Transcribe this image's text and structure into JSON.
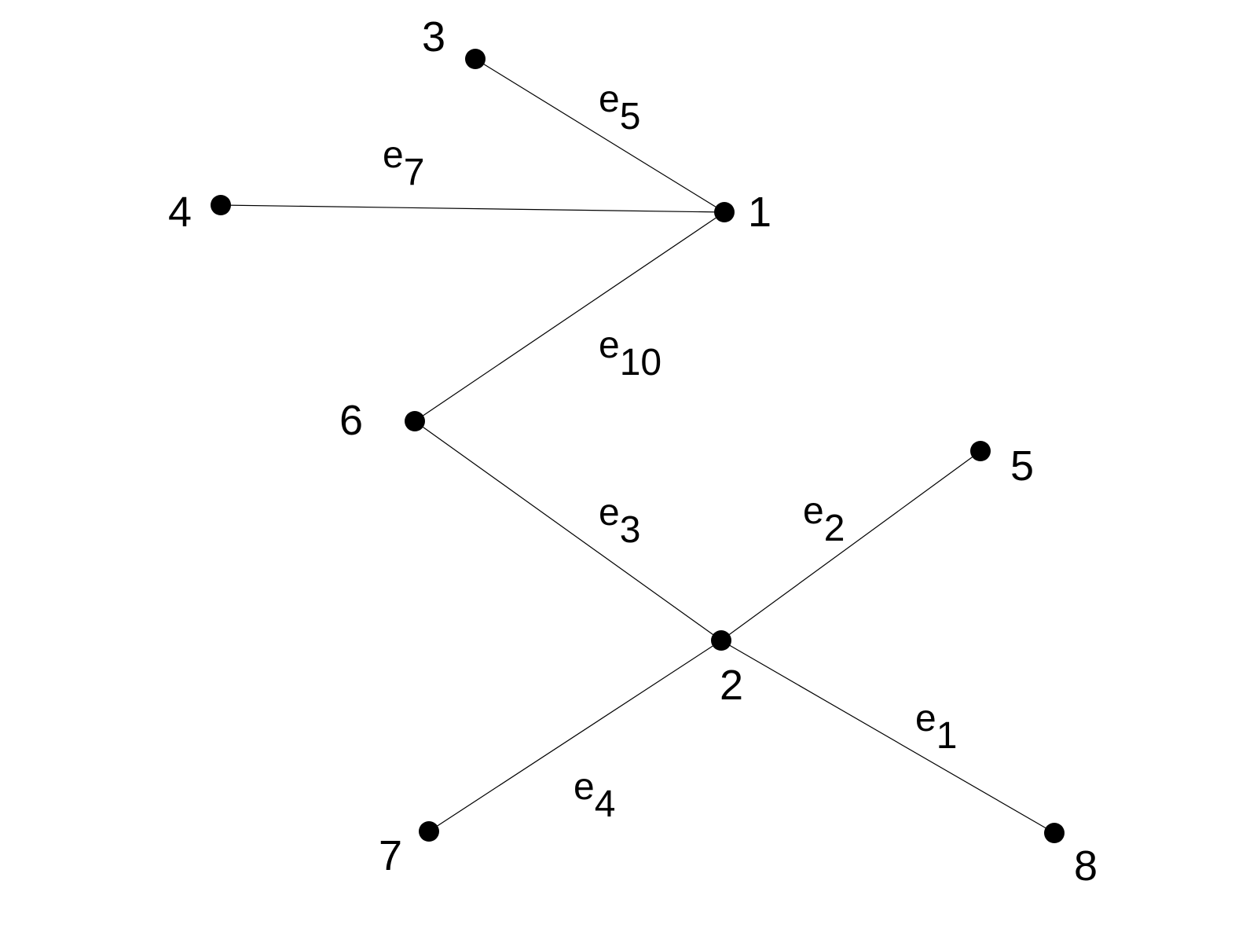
{
  "graph": {
    "nodes": [
      {
        "id": "1",
        "label": "1"
      },
      {
        "id": "2",
        "label": "2"
      },
      {
        "id": "3",
        "label": "3"
      },
      {
        "id": "4",
        "label": "4"
      },
      {
        "id": "5",
        "label": "5"
      },
      {
        "id": "6",
        "label": "6"
      },
      {
        "id": "7",
        "label": "7"
      },
      {
        "id": "8",
        "label": "8"
      }
    ],
    "edges": [
      {
        "id": "e1",
        "from": "2",
        "to": "8",
        "base": "e",
        "sub": "1"
      },
      {
        "id": "e2",
        "from": "2",
        "to": "5",
        "base": "e",
        "sub": "2"
      },
      {
        "id": "e3",
        "from": "6",
        "to": "2",
        "base": "e",
        "sub": "3"
      },
      {
        "id": "e4",
        "from": "2",
        "to": "7",
        "base": "e",
        "sub": "4"
      },
      {
        "id": "e5",
        "from": "3",
        "to": "1",
        "base": "e",
        "sub": "5"
      },
      {
        "id": "e7",
        "from": "4",
        "to": "1",
        "base": "e",
        "sub": "7"
      },
      {
        "id": "e10",
        "from": "1",
        "to": "6",
        "base": "e",
        "sub": "10"
      }
    ]
  }
}
